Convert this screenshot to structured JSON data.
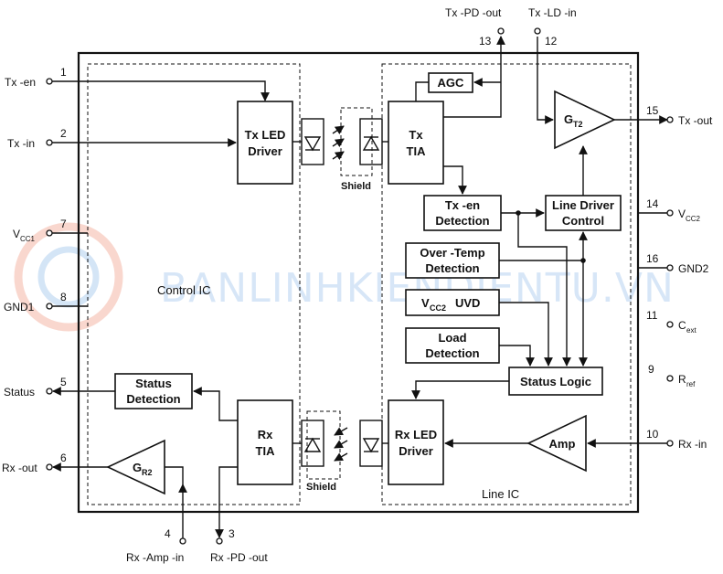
{
  "watermark": "BANLINHKIENDIENTU.VN",
  "ics": {
    "control_label": "Control IC",
    "line_label": "Line IC"
  },
  "blocks": {
    "tx_led_driver": [
      "Tx  LED",
      "Driver"
    ],
    "rx_tia": [
      "Rx",
      "TIA"
    ],
    "status_detection": [
      "Status",
      "Detection"
    ],
    "g_r2": "G",
    "g_r2_sub": "R2",
    "agc": "AGC",
    "tx_tia": [
      "Tx",
      "TIA"
    ],
    "g_t2": "G",
    "g_t2_sub": "T2",
    "tx_en_detection": [
      "Tx -en",
      "Detection"
    ],
    "line_driver_control": [
      "Line Driver",
      "Control"
    ],
    "over_temp_detection": [
      "Over -Temp",
      "Detection"
    ],
    "vcc2_uvd_v": "V",
    "vcc2_uvd_sub": "CC2",
    "vcc2_uvd_rest": "UVD",
    "load_detection": [
      "Load",
      "Detection"
    ],
    "status_logic": "Status Logic",
    "rx_led_driver": [
      "Rx LED",
      "Driver"
    ],
    "amp": "Amp",
    "shield_top": "Shield",
    "shield_bottom": "Shield"
  },
  "pins": {
    "p1": {
      "num": "1",
      "label": "Tx -en"
    },
    "p2": {
      "num": "2",
      "label": "Tx -in"
    },
    "p7": {
      "num": "7",
      "label": "V",
      "sub": "CC1"
    },
    "p8": {
      "num": "8",
      "label": "GND1"
    },
    "p5": {
      "num": "5",
      "label": "Status"
    },
    "p6": {
      "num": "6",
      "label": "Rx -out"
    },
    "p4": {
      "num": "4",
      "label": "Rx -Amp -in"
    },
    "p3": {
      "num": "3",
      "label": "Rx -PD -out"
    },
    "p13": {
      "num": "13",
      "label": "Tx -PD -out"
    },
    "p12": {
      "num": "12",
      "label": "Tx -LD -in"
    },
    "p15": {
      "num": "15",
      "label": "Tx -out"
    },
    "p14": {
      "num": "14",
      "label": "V",
      "sub": "CC2"
    },
    "p16": {
      "num": "16",
      "label": "GND2"
    },
    "p11": {
      "num": "11",
      "label": "C",
      "sub": "ext"
    },
    "p9": {
      "num": "9",
      "label": "R",
      "sub": "ref"
    },
    "p10": {
      "num": "10",
      "label": "Rx -in"
    }
  }
}
